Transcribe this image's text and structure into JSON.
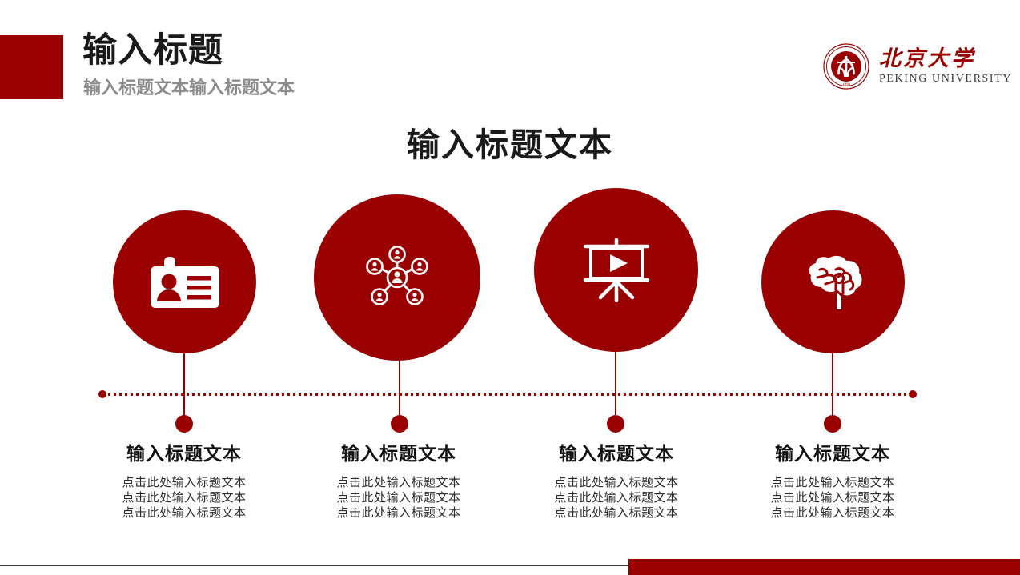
{
  "theme": {
    "accent_color": "#9B0000",
    "title_color": "#1a1a1a",
    "subtitle_color": "#8c8c8c",
    "background": "#ffffff",
    "bottom_rule_color": "#3c3c3c"
  },
  "header": {
    "title": "输入标题",
    "subtitle": "输入标题文本输入标题文本",
    "square_icon": "red-square-accent"
  },
  "logo": {
    "seal_icon": "peking-university-seal",
    "name_cn": "北京大学",
    "name_en": "PEKING UNIVERSITY"
  },
  "main": {
    "title": "输入标题文本",
    "timeline": {
      "start_dot": "timeline-start-dot",
      "end_dot": "timeline-end-dot",
      "style": "dotted"
    },
    "nodes": [
      {
        "icon": "id-card-icon",
        "title": "输入标题文本",
        "lines": [
          "点击此处输入标题文本",
          "点击此处输入标题文本",
          "点击此处输入标题文本"
        ]
      },
      {
        "icon": "network-people-icon",
        "title": "输入标题文本",
        "lines": [
          "点击此处输入标题文本",
          "点击此处输入标题文本",
          "点击此处输入标题文本"
        ]
      },
      {
        "icon": "presentation-play-icon",
        "title": "输入标题文本",
        "lines": [
          "点击此处输入标题文本",
          "点击此处输入标题文本",
          "点击此处输入标题文本"
        ]
      },
      {
        "icon": "brain-icon",
        "title": "输入标题文本",
        "lines": [
          "点击此处输入标题文本",
          "点击此处输入标题文本",
          "点击此处输入标题文本"
        ]
      }
    ]
  }
}
